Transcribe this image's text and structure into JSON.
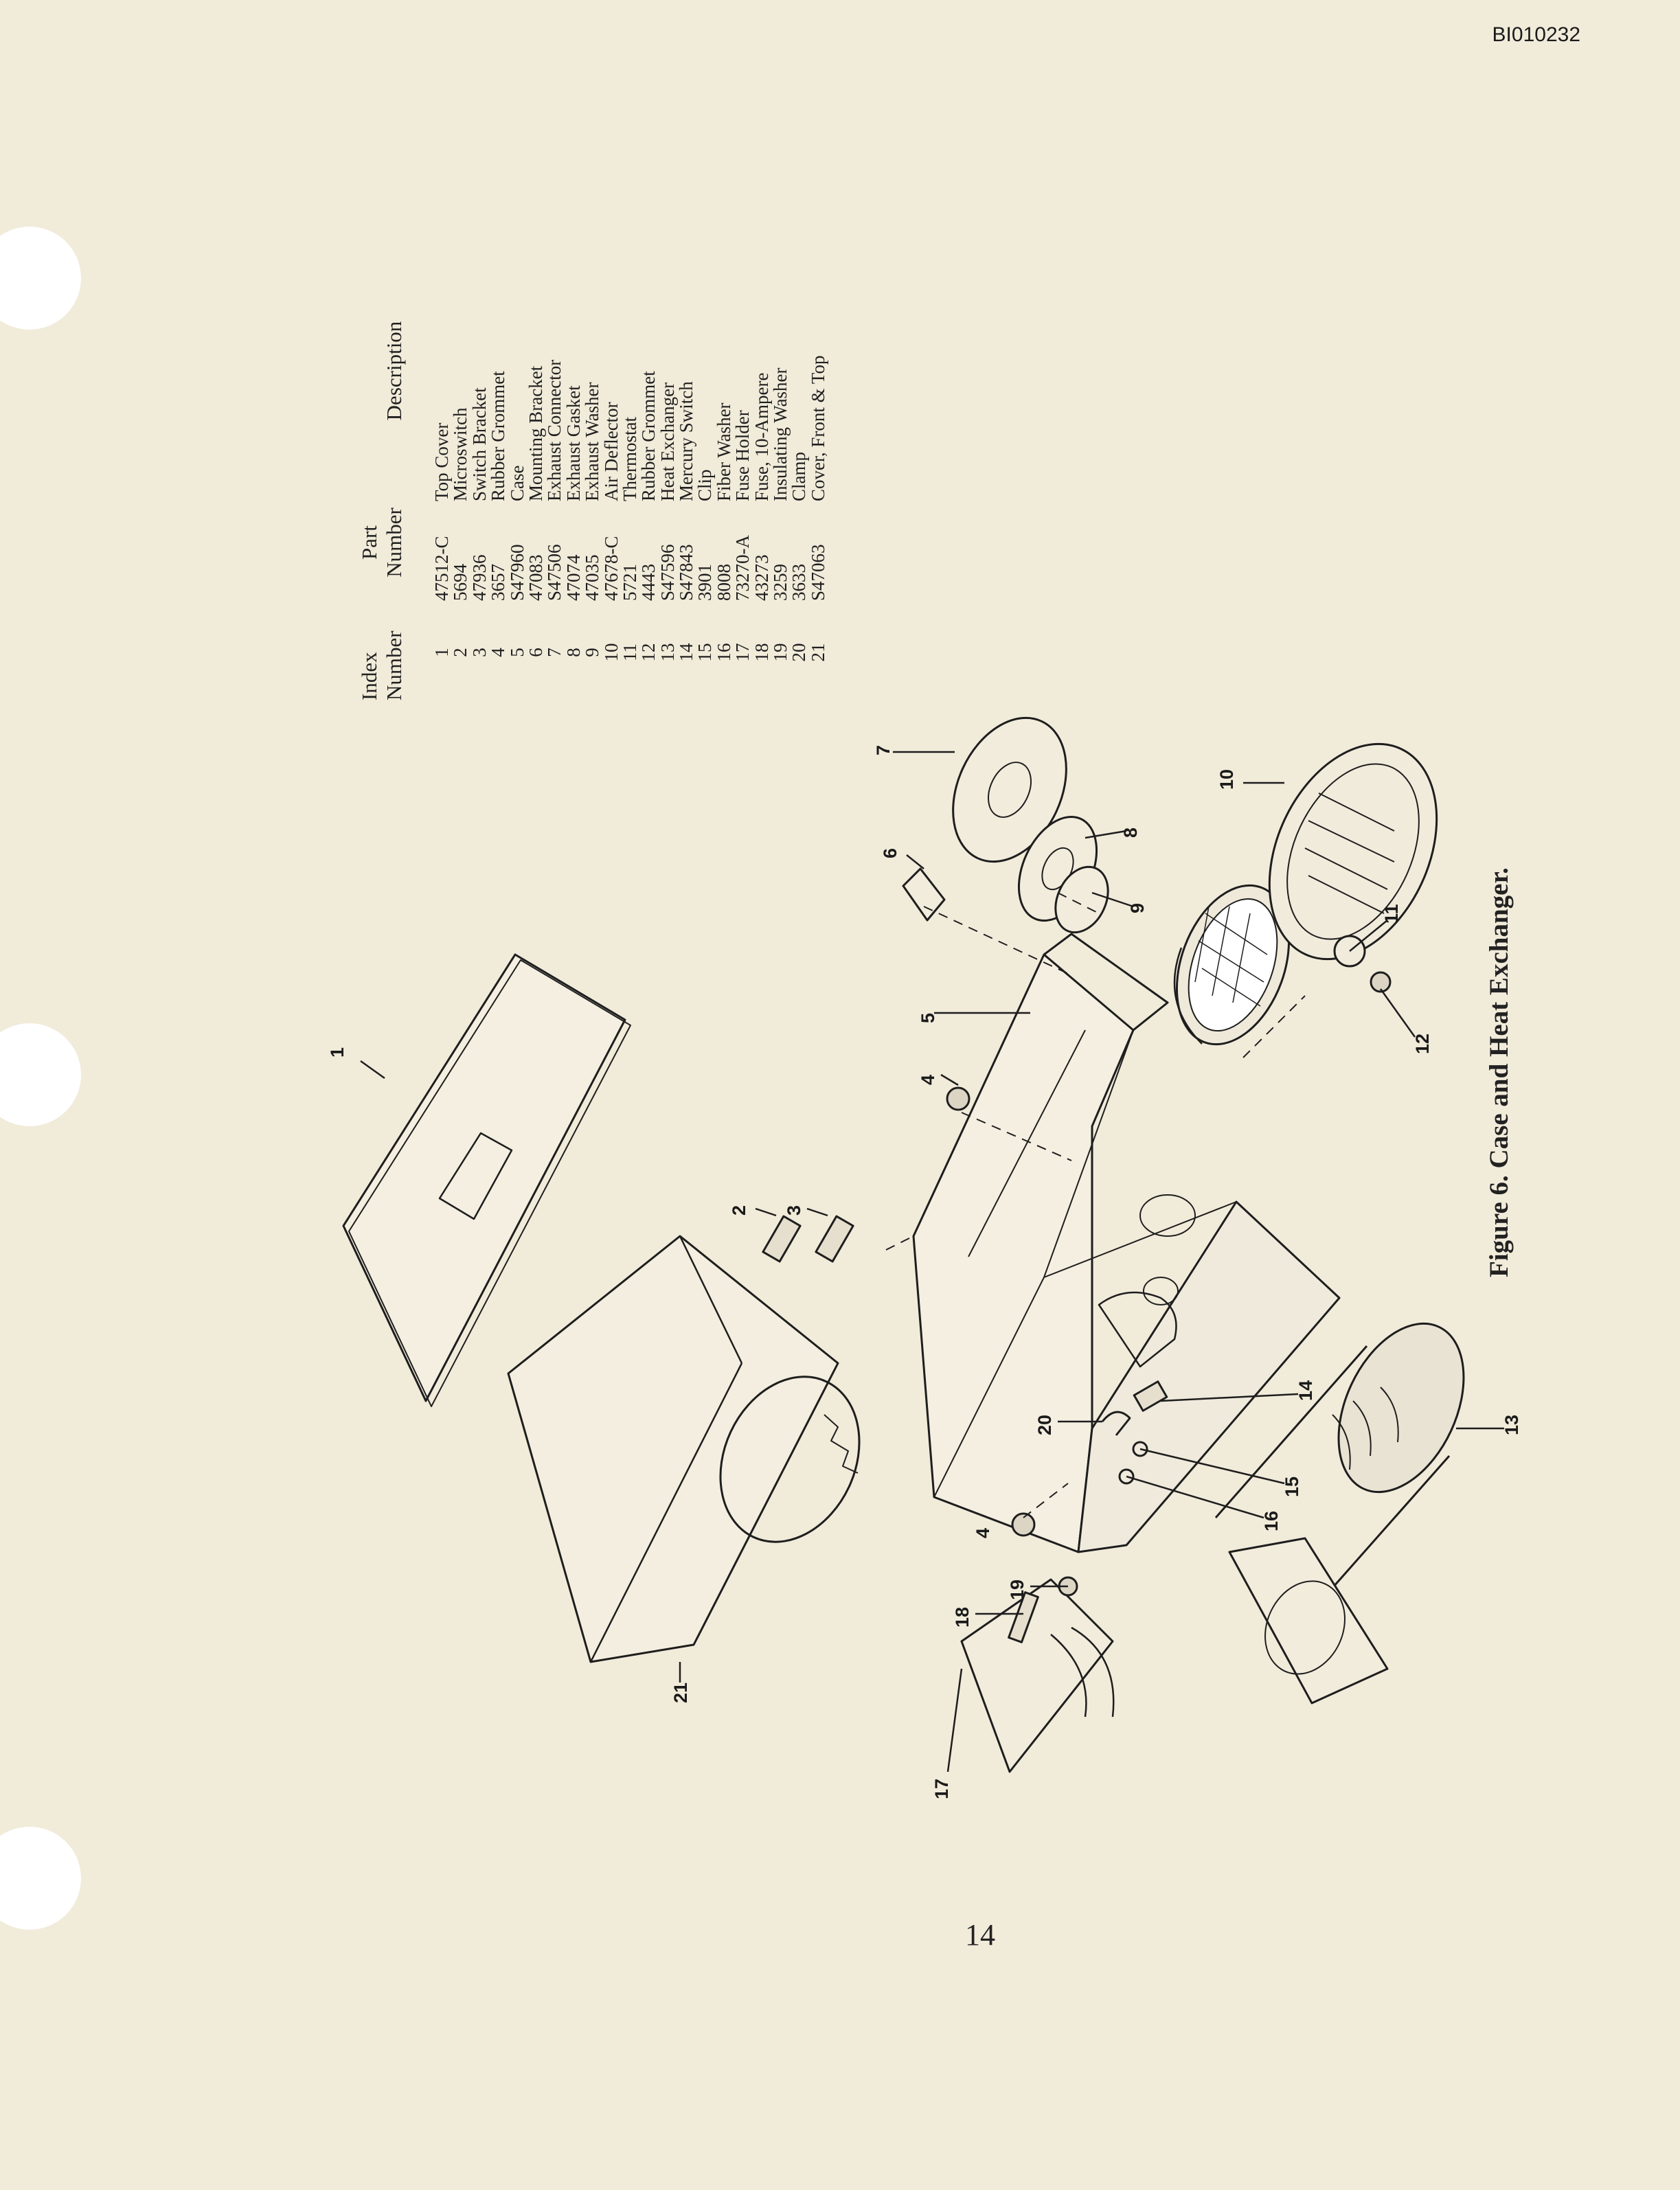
{
  "doc_id": "BI010232",
  "page_number": "14",
  "caption": "Figure 6.  Case and Heat Exchanger.",
  "table": {
    "headers": {
      "index_line1": "Index",
      "index_line2": "Number",
      "part_line1": "Part",
      "part_line2": "Number",
      "description": "Description"
    },
    "rows": [
      {
        "index": "1",
        "part": "47512-C",
        "description": "Top Cover"
      },
      {
        "index": "2",
        "part": "5694",
        "description": "Microswitch"
      },
      {
        "index": "3",
        "part": "47936",
        "description": "Switch Bracket"
      },
      {
        "index": "4",
        "part": "3657",
        "description": "Rubber Grommet"
      },
      {
        "index": "5",
        "part": "S47960",
        "description": "Case"
      },
      {
        "index": "6",
        "part": "47083",
        "description": "Mounting Bracket"
      },
      {
        "index": "7",
        "part": "S47506",
        "description": "Exhaust Connector"
      },
      {
        "index": "8",
        "part": "47074",
        "description": "Exhaust Gasket"
      },
      {
        "index": "9",
        "part": "47035",
        "description": "Exhaust Washer"
      },
      {
        "index": "10",
        "part": "47678-C",
        "description": "Air Deflector"
      },
      {
        "index": "11",
        "part": "5721",
        "description": "Thermostat"
      },
      {
        "index": "12",
        "part": "4443",
        "description": "Rubber Grommet"
      },
      {
        "index": "13",
        "part": "S47596",
        "description": "Heat Exchanger"
      },
      {
        "index": "14",
        "part": "S47843",
        "description": "Mercury Switch"
      },
      {
        "index": "15",
        "part": "3901",
        "description": "Clip"
      },
      {
        "index": "16",
        "part": "8008",
        "description": "Fiber Washer"
      },
      {
        "index": "17",
        "part": "73270-A",
        "description": "Fuse Holder"
      },
      {
        "index": "18",
        "part": "43273",
        "description": "Fuse, 10-Ampere"
      },
      {
        "index": "19",
        "part": "3259",
        "description": "Insulating Washer"
      },
      {
        "index": "20",
        "part": "3633",
        "description": "Clamp"
      },
      {
        "index": "21",
        "part": "S47063",
        "description": "Cover, Front & Top"
      }
    ]
  },
  "callouts": {
    "c1": "1",
    "c2": "2",
    "c3": "3",
    "c4a": "4",
    "c4b": "4",
    "c5": "5",
    "c6": "6",
    "c7": "7",
    "c8": "8",
    "c9": "9",
    "c10": "10",
    "c11": "11",
    "c12": "12",
    "c13": "13",
    "c14": "14",
    "c15": "15",
    "c16": "16",
    "c17": "17",
    "c18": "18",
    "c19": "19",
    "c20": "20",
    "c21": "21"
  }
}
